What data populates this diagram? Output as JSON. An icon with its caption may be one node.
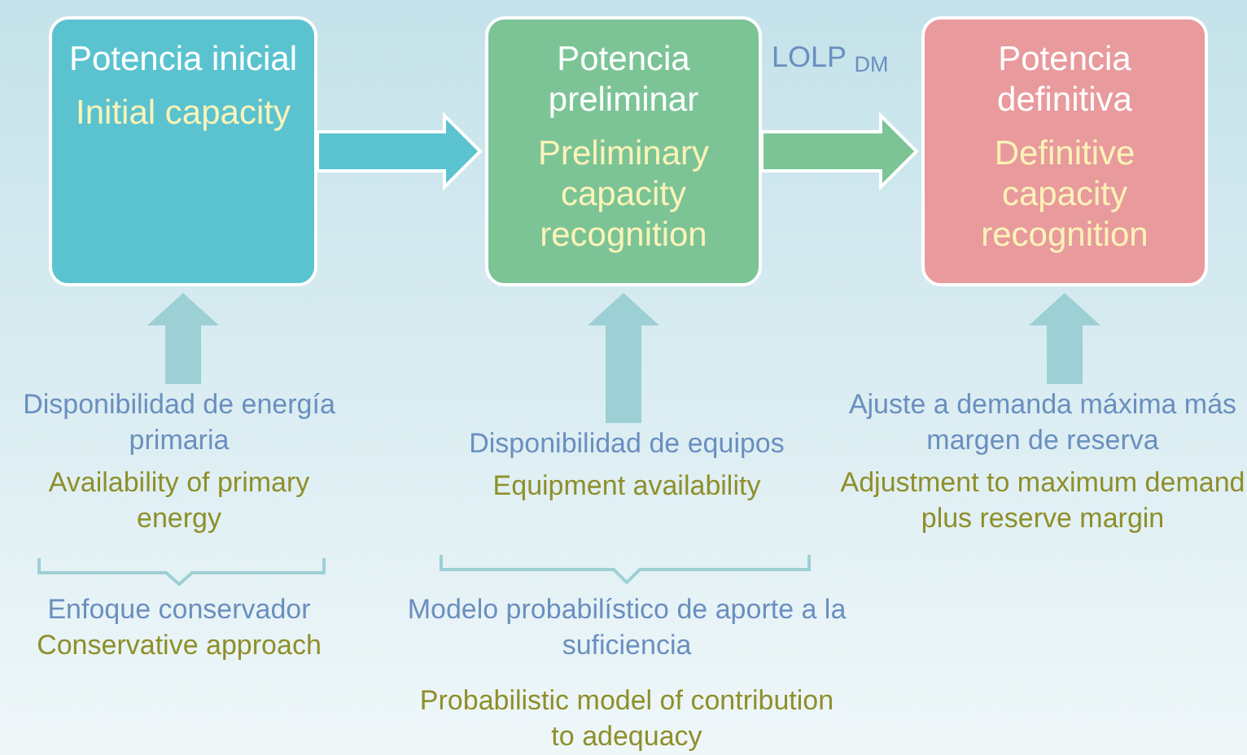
{
  "diagram": {
    "nodes": [
      {
        "text": [
          "Potencia inicial",
          "Initial capacity"
        ]
      },
      {
        "text": [
          "Potencia preliminar",
          "Preliminary capacity recognition"
        ]
      },
      {
        "text": [
          "Potencia definitiva",
          "Definitive capacity recognition"
        ]
      },
      {
        "text": [
          "Disponibilidad de energía primaria",
          "Availability of primary energy"
        ]
      },
      {
        "text": [
          "Disponibilidad de equipos",
          "Equipment availability"
        ]
      },
      {
        "text": [
          "Ajuste a demanda máxima más margen de reserva",
          "Adjustment to maximum demand plus reserve margin"
        ]
      }
    ],
    "edges": [
      {
        "from": 0,
        "to": 1,
        "arrow": "to",
        "color": "#5bc3d0"
      },
      {
        "from": 1,
        "to": 2,
        "arrow": "to",
        "label": "LOLP $_{DM}$",
        "color": "#7cc496"
      },
      {
        "from": 3,
        "to": 0,
        "arrow": "to"
      },
      {
        "from": 4,
        "to": 1,
        "arrow": "to"
      },
      {
        "from": 5,
        "to": 2,
        "arrow": "to"
      }
    ],
    "labels": [
      "Enfoque conservador",
      "Conservative approach",
      "Modelo probabilístico de aporte a la suficiencia",
      "Probabilistic model of contribution to adequacy"
    ]
  }
}
